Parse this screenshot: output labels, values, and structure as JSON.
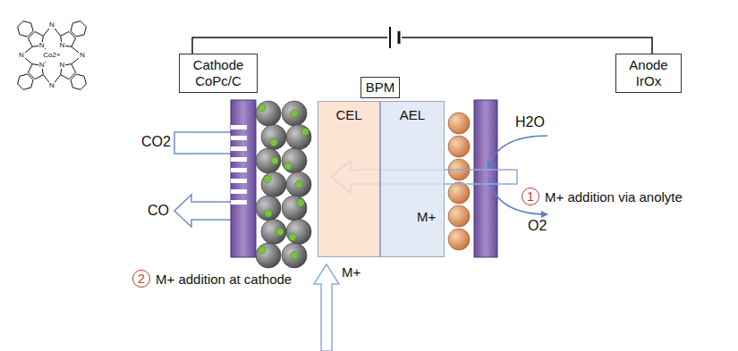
{
  "diagram": {
    "nodes": [
      {
        "text": [
          "Cathode CoPc/C"
        ]
      },
      {
        "text": [
          "BPM"
        ]
      },
      {
        "text": [
          "CEL"
        ]
      },
      {
        "text": [
          "AEL"
        ]
      },
      {
        "text": [
          "Anode IrOx"
        ]
      }
    ],
    "edges": [
      {
        "from": 0,
        "to": 4,
        "arrow": "none"
      }
    ],
    "labels": [
      "N",
      "N",
      "N",
      "N",
      "N",
      "N",
      "N",
      "N",
      "Co2+",
      "CO2",
      "CO",
      "H2O",
      "O2",
      "1",
      "M+ addition via anolyte",
      "M+",
      "2",
      "M+ addition at cathode",
      "M+"
    ]
  }
}
